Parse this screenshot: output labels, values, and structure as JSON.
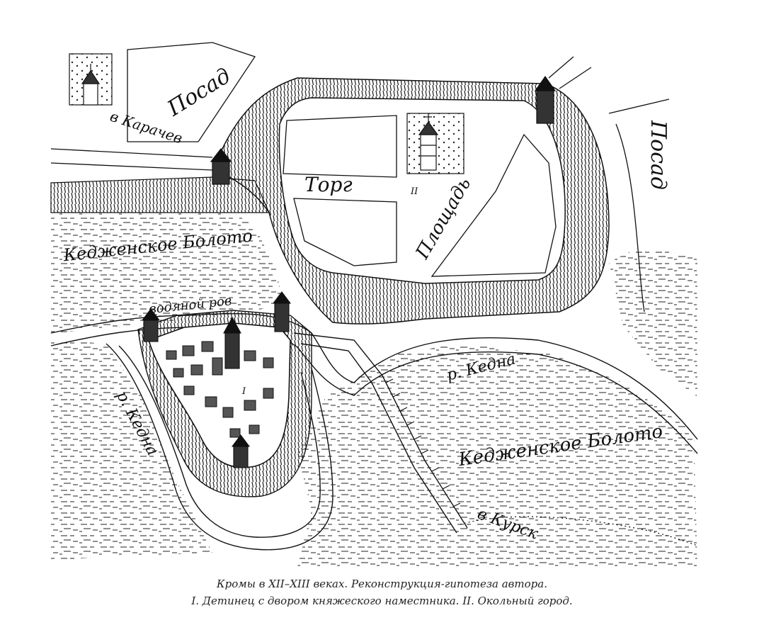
{
  "map": {
    "labels": {
      "posad_left": "Посад",
      "posad_right": "Посад",
      "to_karachev": "в Карачев",
      "torg": "Торг",
      "ploshchad": "Площадь",
      "roman_two": "II",
      "roman_one": "I",
      "swamp_upper": "Кедженское Болото",
      "swamp_lower": "Кедженское Болото",
      "water_moat": "водяной ров",
      "river_east": "р. Кедна",
      "river_west": "р. Кедна",
      "to_kursk": "в Курск"
    }
  },
  "caption": {
    "line1": "Кромы в XII–XIII веках. Реконструкция-гипотеза автора.",
    "line2": "I. Детинец с двором княжеского наместника. II. Окольный город."
  }
}
